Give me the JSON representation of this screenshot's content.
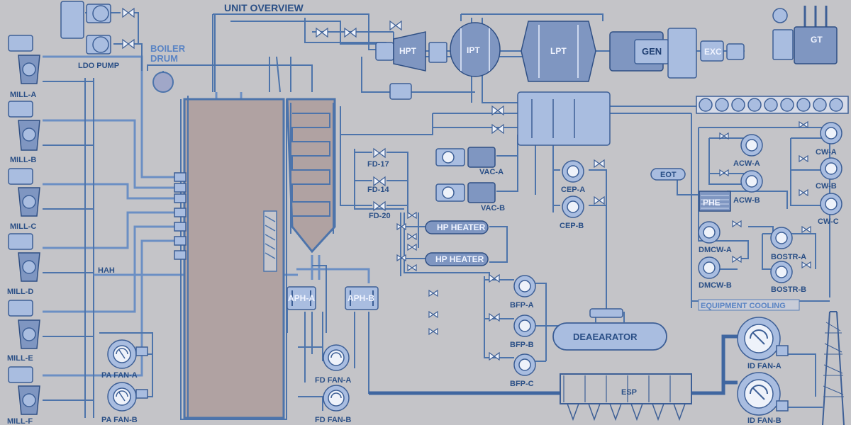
{
  "title": "UNIT OVERVIEW",
  "boiler_drum_label": [
    "BOILER",
    "DRUM"
  ],
  "ldo_pump": "LDO PUMP",
  "mills": [
    "MILL-A",
    "MILL-B",
    "MILL-C",
    "MILL-D",
    "MILL-E",
    "MILL-F"
  ],
  "hah": "HAH",
  "pa_fans": [
    "PA FAN-A",
    "PA FAN-B"
  ],
  "fd_fans": [
    "FD FAN-A",
    "FD FAN-B"
  ],
  "aph": [
    "APH-A",
    "APH-B"
  ],
  "turbine": {
    "hpt": "HPT",
    "ipt": "IPT",
    "lpt": "LPT",
    "gen": "GEN",
    "exc": "EXC",
    "gt": "GT"
  },
  "fd_valves": [
    "FD-17",
    "FD-14",
    "FD-20"
  ],
  "vac_pumps": [
    "VAC-A",
    "VAC-B"
  ],
  "hp_heaters": [
    "HP HEATER",
    "HP HEATER"
  ],
  "cep": [
    "CEP-A",
    "CEP-B"
  ],
  "bfp": [
    "BFP-A",
    "BFP-B",
    "BFP-C"
  ],
  "deaerator": "DEAEARATOR",
  "esp": "ESP",
  "id_fans": [
    "ID FAN-A",
    "ID FAN-B"
  ],
  "eot": "EOT",
  "phe": "PHE",
  "acw": [
    "ACW-A",
    "ACW-B"
  ],
  "cw": [
    "CW-A",
    "CW-B",
    "CW-C"
  ],
  "dmcw": [
    "DMCW-A",
    "DMCW-B"
  ],
  "bostr": [
    "BOSTR-A",
    "BOSTR-B"
  ],
  "equipment_cooling": "EQUIPMENT COOLING",
  "colors": {
    "background": "#c4c4c8",
    "pipe": "#4d74ab",
    "label": "#2a4f86",
    "furnace": "#b0a2a2"
  }
}
